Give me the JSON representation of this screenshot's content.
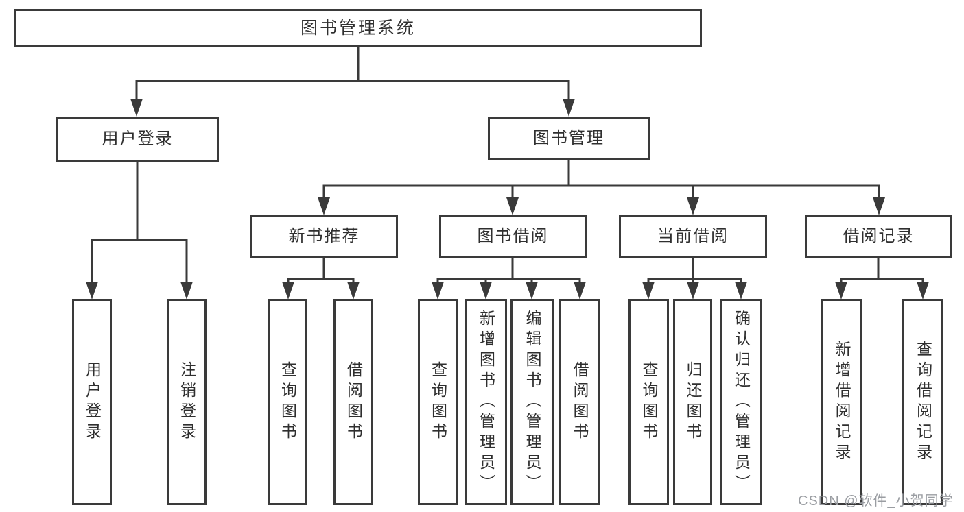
{
  "tree": {
    "root": {
      "label": "图书管理系统",
      "children": [
        {
          "label": "用户登录",
          "children": [
            {
              "label": "用户登录"
            },
            {
              "label": "注销登录"
            }
          ]
        },
        {
          "label": "图书管理",
          "children": [
            {
              "label": "新书推荐",
              "children": [
                {
                  "label": "查询图书"
                },
                {
                  "label": "借阅图书"
                }
              ]
            },
            {
              "label": "图书借阅",
              "children": [
                {
                  "label": "查询图书"
                },
                {
                  "label": "新增图书（管理员）"
                },
                {
                  "label": "编辑图书（管理员）"
                },
                {
                  "label": "借阅图书"
                }
              ]
            },
            {
              "label": "当前借阅",
              "children": [
                {
                  "label": "查询图书"
                },
                {
                  "label": "归还图书"
                },
                {
                  "label": "确认归还（管理员）"
                }
              ]
            },
            {
              "label": "借阅记录",
              "children": [
                {
                  "label": "新增借阅记录"
                },
                {
                  "label": "查询借阅记录"
                }
              ]
            }
          ]
        }
      ]
    }
  },
  "watermark": {
    "text": "CSDN @软件_小贺同学"
  },
  "colors": {
    "line": "#3a3a3a",
    "text": "#2f2f2f",
    "watermark": "#9a9da2"
  }
}
